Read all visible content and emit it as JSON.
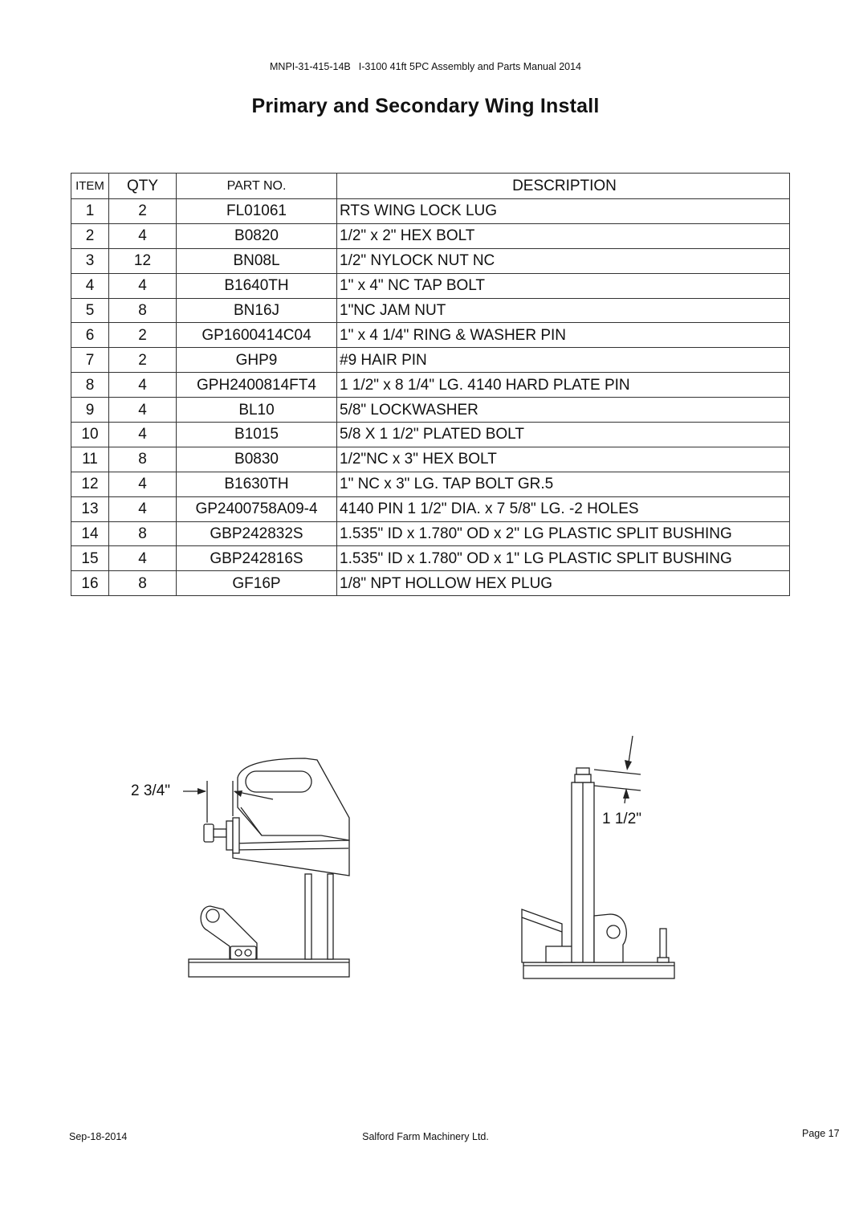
{
  "header": {
    "doc_number": "MNPI-31-415-14B",
    "manual_title": "I-3100 41ft 5PC Assembly and Parts Manual 2014"
  },
  "title": "Primary and Secondary Wing Install",
  "table": {
    "headers": {
      "item": "ITEM",
      "qty": "QTY",
      "part_no": "PART NO.",
      "description": "DESCRIPTION"
    },
    "rows": [
      {
        "item": "1",
        "qty": "2",
        "part_no": "FL01061",
        "description": "RTS WING LOCK LUG"
      },
      {
        "item": "2",
        "qty": "4",
        "part_no": "B0820",
        "description": "1/2\" x 2\" HEX BOLT"
      },
      {
        "item": "3",
        "qty": "12",
        "part_no": "BN08L",
        "description": "1/2\" NYLOCK NUT NC"
      },
      {
        "item": "4",
        "qty": "4",
        "part_no": "B1640TH",
        "description": "1\" x 4\" NC TAP BOLT"
      },
      {
        "item": "5",
        "qty": "8",
        "part_no": "BN16J",
        "description": "1\"NC JAM NUT"
      },
      {
        "item": "6",
        "qty": "2",
        "part_no": "GP1600414C04",
        "description": "1\" x 4 1/4\" RING & WASHER PIN"
      },
      {
        "item": "7",
        "qty": "2",
        "part_no": "GHP9",
        "description": "#9 HAIR PIN"
      },
      {
        "item": "8",
        "qty": "4",
        "part_no": "GPH2400814FT4",
        "description": "1 1/2\" x 8 1/4\" LG. 4140 HARD PLATE PIN"
      },
      {
        "item": "9",
        "qty": "4",
        "part_no": "BL10",
        "description": "5/8\" LOCKWASHER"
      },
      {
        "item": "10",
        "qty": "4",
        "part_no": "B1015",
        "description": "5/8 X 1 1/2\" PLATED BOLT"
      },
      {
        "item": "11",
        "qty": "8",
        "part_no": "B0830",
        "description": "1/2\"NC x 3\" HEX BOLT"
      },
      {
        "item": "12",
        "qty": "4",
        "part_no": "B1630TH",
        "description": "1\" NC x 3\" LG. TAP BOLT GR.5"
      },
      {
        "item": "13",
        "qty": "4",
        "part_no": "GP2400758A09-4",
        "description": "4140 PIN 1 1/2\" DIA. x 7 5/8\" LG. -2 HOLES"
      },
      {
        "item": "14",
        "qty": "8",
        "part_no": "GBP242832S",
        "description": "1.535\" ID x 1.780\" OD x 2\" LG PLASTIC SPLIT BUSHING"
      },
      {
        "item": "15",
        "qty": "4",
        "part_no": "GBP242816S",
        "description": "1.535\" ID x 1.780\" OD x 1\" LG PLASTIC SPLIT BUSHING"
      },
      {
        "item": "16",
        "qty": "8",
        "part_no": "GF16P",
        "description": "1/8\" NPT HOLLOW HEX PLUG"
      }
    ]
  },
  "drawings": {
    "left_dimension": "2 3/4\"",
    "right_dimension": "1 1/2\""
  },
  "footer": {
    "date": "Sep-18-2014",
    "company": "Salford Farm Machinery Ltd.",
    "page": "Page 17"
  }
}
